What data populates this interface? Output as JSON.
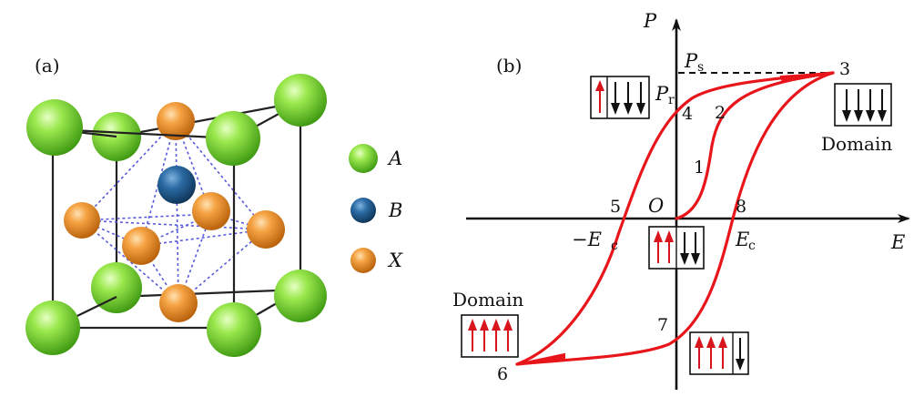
{
  "panel_a": {
    "label": "(a)",
    "legend": [
      {
        "symbol": "A",
        "color": "#7dd63a",
        "icon": "green-sphere"
      },
      {
        "symbol": "B",
        "color": "#1f5c8e",
        "icon": "blue-sphere"
      },
      {
        "symbol": "X",
        "color": "#e8891f",
        "icon": "orange-sphere"
      }
    ]
  },
  "panel_b": {
    "label": "(b)",
    "axis_x": "E",
    "axis_y": "P",
    "origin": "O",
    "ps": {
      "main": "P",
      "sub": "s"
    },
    "pr": {
      "main": "P",
      "sub": "r"
    },
    "ec_neg": {
      "main": "−E",
      "sub": "c"
    },
    "ec_pos": {
      "main": "E",
      "sub": "c"
    },
    "points": {
      "p1": "1",
      "p2": "2",
      "p3": "3",
      "p4": "4",
      "p5": "5",
      "p6": "6",
      "p7": "7",
      "p8": "8"
    },
    "domain_labels": {
      "right": "Domain",
      "left": "Domain"
    },
    "curve_color": "#e8151b",
    "arrow_up_color": "#d8141c",
    "arrow_down_color": "#111111"
  }
}
